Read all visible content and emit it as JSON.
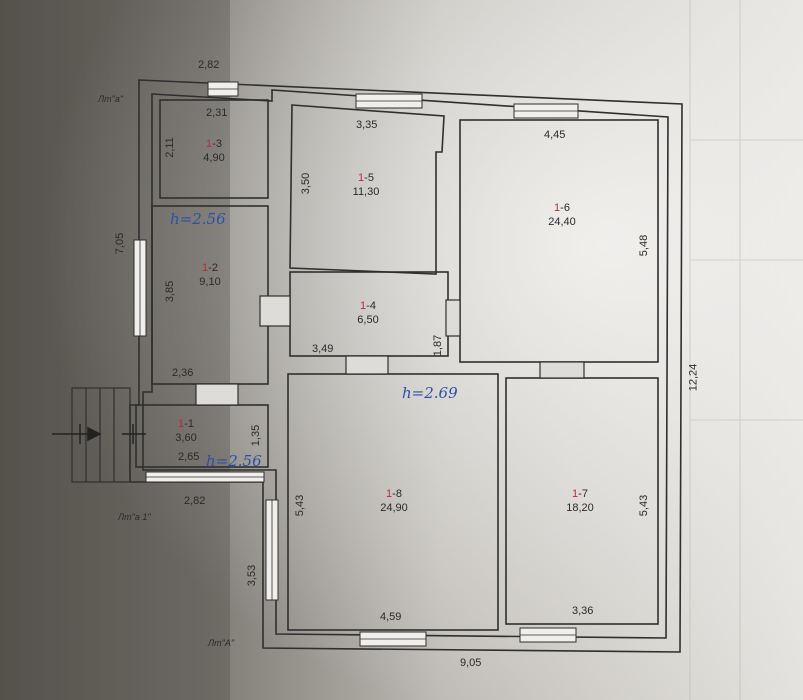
{
  "rooms": [
    {
      "num": "1",
      "sub": "-3",
      "area": "4,90"
    },
    {
      "num": "1",
      "sub": "-2",
      "area": "9,10"
    },
    {
      "num": "1",
      "sub": "-1",
      "area": "3,60"
    },
    {
      "num": "1",
      "sub": "-5",
      "area": "11,30"
    },
    {
      "num": "1",
      "sub": "-4",
      "area": "6,50"
    },
    {
      "num": "1",
      "sub": "-6",
      "area": "24,40"
    },
    {
      "num": "1",
      "sub": "-8",
      "area": "24,90"
    },
    {
      "num": "1",
      "sub": "-7",
      "area": "18,20"
    }
  ],
  "dimensions": {
    "top_left": "2,82",
    "room3_width": "2,31",
    "room3_height": "2,11",
    "left_wall": "7,05",
    "room2_height": "3,85",
    "room2_width": "2,36",
    "room1_height": "1,35",
    "room1_width": "2,65",
    "bottom_left": "2,82",
    "room5_width": "3,35",
    "room5_height": "3,50",
    "room4_width": "3,49",
    "room4_height": "1,87",
    "room6_width": "4,45",
    "room6_height": "5,48",
    "right_wall": "12,24",
    "room8_height": "5,43",
    "room8_width": "4,59",
    "room7_width": "3,36",
    "room7_height": "5,43",
    "porch": "3,53",
    "bottom_total": "9,05"
  },
  "heights": {
    "h1": "h=2.56",
    "h2": "h=2.69",
    "h3": "h=2.56"
  },
  "axes": {
    "a": "Лm\"a\"",
    "a1": "Лm\"a 1\"",
    "A": "Лm\"A\""
  }
}
